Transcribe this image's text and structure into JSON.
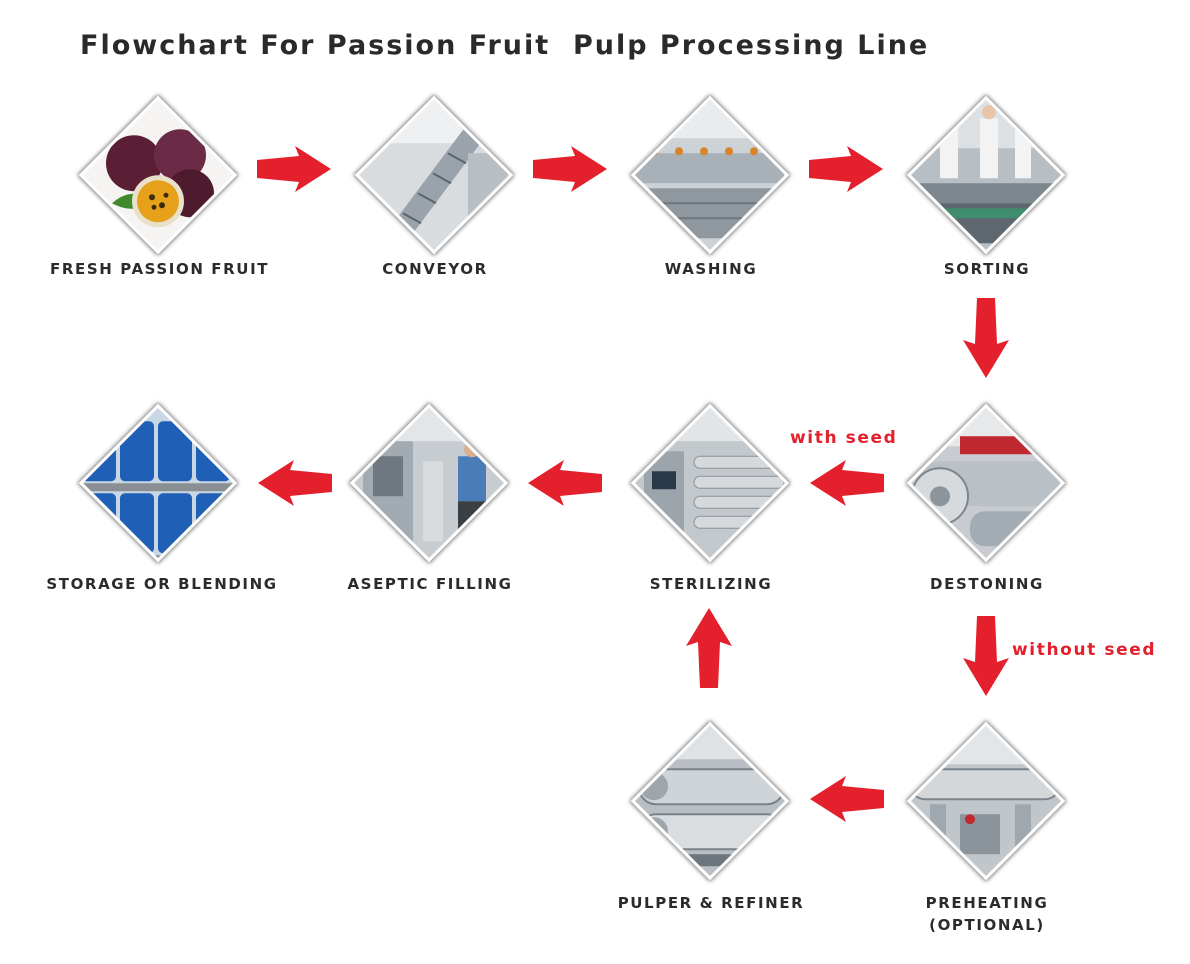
{
  "title": "Flowchart For Passion Fruit  Pulp Processing Line",
  "colors": {
    "arrow": "#e3202c",
    "label": "#2b2b2b",
    "note": "#e3202c"
  },
  "steps": [
    {
      "label": "FRESH PASSION FRUIT",
      "image": "passion-fruit-photo"
    },
    {
      "label": "CONVEYOR",
      "image": "conveyor-machine-photo"
    },
    {
      "label": "WASHING",
      "image": "washing-machine-photo"
    },
    {
      "label": "SORTING",
      "image": "sorting-line-photo"
    },
    {
      "label": "DESTONING",
      "image": "destoning-machine-photo"
    },
    {
      "label": "STERILIZING",
      "image": "sterilizer-photo"
    },
    {
      "label": "ASEPTIC FILLING",
      "image": "aseptic-filler-photo"
    },
    {
      "label": "STORAGE OR BLENDING",
      "image": "blue-drums-photo"
    },
    {
      "label": "PREHEATING",
      "label2": "(OPTIONAL)",
      "image": "preheater-photo"
    },
    {
      "label": "PULPER & REFINER",
      "image": "pulper-refiner-photo"
    }
  ],
  "notes": {
    "with_seed": "with seed",
    "without_seed": "without seed"
  }
}
